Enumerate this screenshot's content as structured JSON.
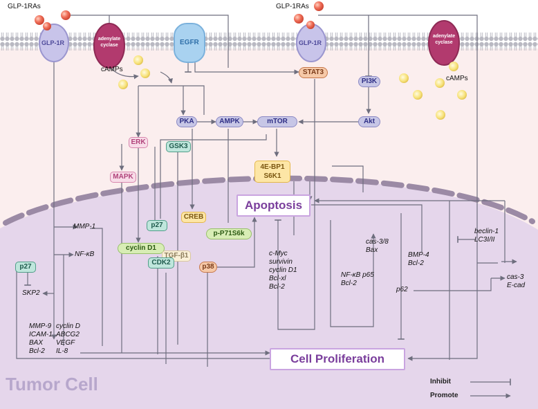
{
  "receptors": {
    "glp1ras_left": "GLP-1RAs",
    "glp1ras_right": "GLP-1RAs",
    "glp1r_left": "GLP-1R",
    "glp1r_right": "GLP-1R",
    "adenylate_cyclase_left": "adenylate cyclase",
    "adenylate_cyclase_right": "adenylate cyclase",
    "egfr": "EGFR",
    "camps_left": "cAMPs",
    "camps_right": "cAMPs"
  },
  "nodes": {
    "stat3": "STAT3",
    "pi3k": "PI3K",
    "akt": "Akt",
    "pka": "PKA",
    "ampk": "AMPK",
    "mtor": "mTOR",
    "erk": "ERK",
    "gsk3": "GSK3",
    "mapk": "MAPK",
    "ebp_line1": "4E-BP1",
    "ebp_line2": "S6K1",
    "p27_mid": "p27",
    "creb": "CREB",
    "pp71": "p-P71S6k",
    "cyclin_d1": "cyclin D1",
    "tgfb1": "TGF-β1",
    "cdk2": "CDK2",
    "p38": "p38",
    "p27_left": "p27"
  },
  "labels": {
    "mmp1": "MMP-1",
    "nfkb": "NF-κB",
    "skp2": "SKP2",
    "left_list_col1": [
      "MMP-9",
      "ICAM-1",
      "BAX",
      "Bcl-2"
    ],
    "left_list_col2": [
      "cyclin D",
      "ABCG2",
      "VEGF",
      "IL-8"
    ],
    "cmyc_list": [
      "c-Myc",
      "survivin",
      "cyclin D1",
      "Bcl-xl",
      "Bcl-2"
    ],
    "nfkb_list": [
      "NF-κB p65",
      "Bcl-2"
    ],
    "cas38_list": [
      "cas-3/8",
      "Bax"
    ],
    "bmp4_list": [
      "BMP-4",
      "Bcl-2"
    ],
    "p62": "p62",
    "beclin_list": [
      "beclin-1",
      "LC3I/II"
    ],
    "cas3_list": [
      "cas-3",
      "E-cad"
    ]
  },
  "outcomes": {
    "apoptosis": "Apoptosis",
    "cell_proliferation": "Cell Proliferation"
  },
  "cell_label": "Tumor Cell",
  "legend": {
    "inhibit": "Inhibit",
    "promote": "Promote"
  }
}
